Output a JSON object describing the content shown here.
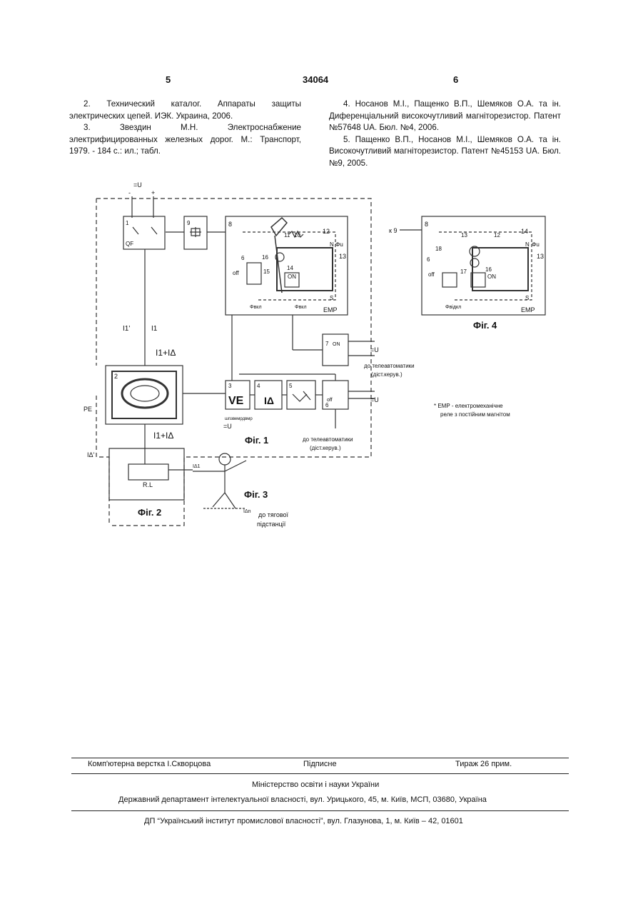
{
  "header": {
    "left_page": "5",
    "patent_number": "34064",
    "right_page": "6"
  },
  "references": {
    "left": [
      "2. Технический каталог. Аппараты защиты электрических цепей. ИЭК. Украина, 2006.",
      "3. Звездин М.Н. Электроснабжение электрифицированных железных дорог. М.: Транспорт, 1979. - 184 с.: ил.; табл."
    ],
    "right": [
      "4. Носанов М.І., Пащенко В.П., Шемяков О.А. та ін. Диференціальний високочутливий магніторезистор. Патент №57648 UA. Бюл. №4, 2006.",
      "5. Пащенко В.П., Носанов М.І., Шемяков О.А. та ін. Високочутливий магніторезистор. Патент №45153 UA. Бюл. №9, 2005."
    ]
  },
  "diagram": {
    "labels": {
      "supply_u": "=U",
      "minus": "-",
      "plus": "+",
      "qf_num": "1",
      "qf": "QF",
      "block9": "9",
      "n8": "8",
      "n11": "11",
      "n10": "10",
      "n12": "12",
      "n13": "13",
      "n14": "14",
      "n15": "15",
      "n16": "16",
      "n6": "6",
      "n_off": "off",
      "n_on": "ON",
      "n_N": "N",
      "n_S": "S",
      "phi_u": "Φu",
      "phi_vkl": "Φвкл",
      "phi_vykl": "Φвкл",
      "emp": "EMP",
      "k9": "к 9",
      "f4_8": "8",
      "f4_13": "13",
      "f4_12": "12",
      "f4_14": "14",
      "f4_18": "18",
      "f4_6": "6",
      "f4_off": "off",
      "f4_17": "17",
      "f4_16": "16",
      "f4_on": "ON",
      "f4_N": "N",
      "f4_S": "S",
      "f4_phi_u": "Φu",
      "f4_phi": "Φвідкл",
      "f4_emp": "EMP",
      "fig4": "Фіг. 4",
      "i1_prime": "I1'",
      "i1": "I1",
      "i1_plus_idelta": "I1+IΔ",
      "b2": "2",
      "pe": "PE",
      "b3": "3",
      "ve": "VE",
      "b4": "4",
      "idelta": "IΔ",
      "b5": "5",
      "b6": "6",
      "b7": "7",
      "on7": "ON",
      "off6": "off",
      "u_right1": "=U",
      "u_right2": "=U",
      "to_tele1": "до телеавтоматики",
      "remote1": "(діст.керув.)",
      "to_tele2": "до телеавтоматики",
      "remote2": "(діст.керув.)",
      "shpvemp": "шпзвемрдвмр",
      "u_bottom": "=U",
      "fig1": "Фіг. 1",
      "i1_plus_idelta2": "I1+IΔ",
      "idelta_prime": "IΔ'",
      "rl": "R.L",
      "fig2": "Фіг. 2",
      "i_delta1": "IΔ1",
      "i_delta_n": "IΔn",
      "fig3": "Фіг. 3",
      "to_traction": "до тягової",
      "substation": "підстанції",
      "note1": "* ЕМР - електромеханічне",
      "note2": "реле з постійним магнітом"
    }
  },
  "footer": {
    "layout": "Комп'ютерна верстка І.Скворцова",
    "signed": "Підписне",
    "circulation": "Тираж 26 прим.",
    "ministry": "Міністерство освіти і науки України",
    "department": "Державний департамент інтелектуальної власності, вул. Урицького, 45, м. Київ, МСП, 03680, Україна",
    "institute": "ДП “Український інститут промислової власності”, вул. Глазунова, 1, м. Київ – 42, 01601"
  }
}
